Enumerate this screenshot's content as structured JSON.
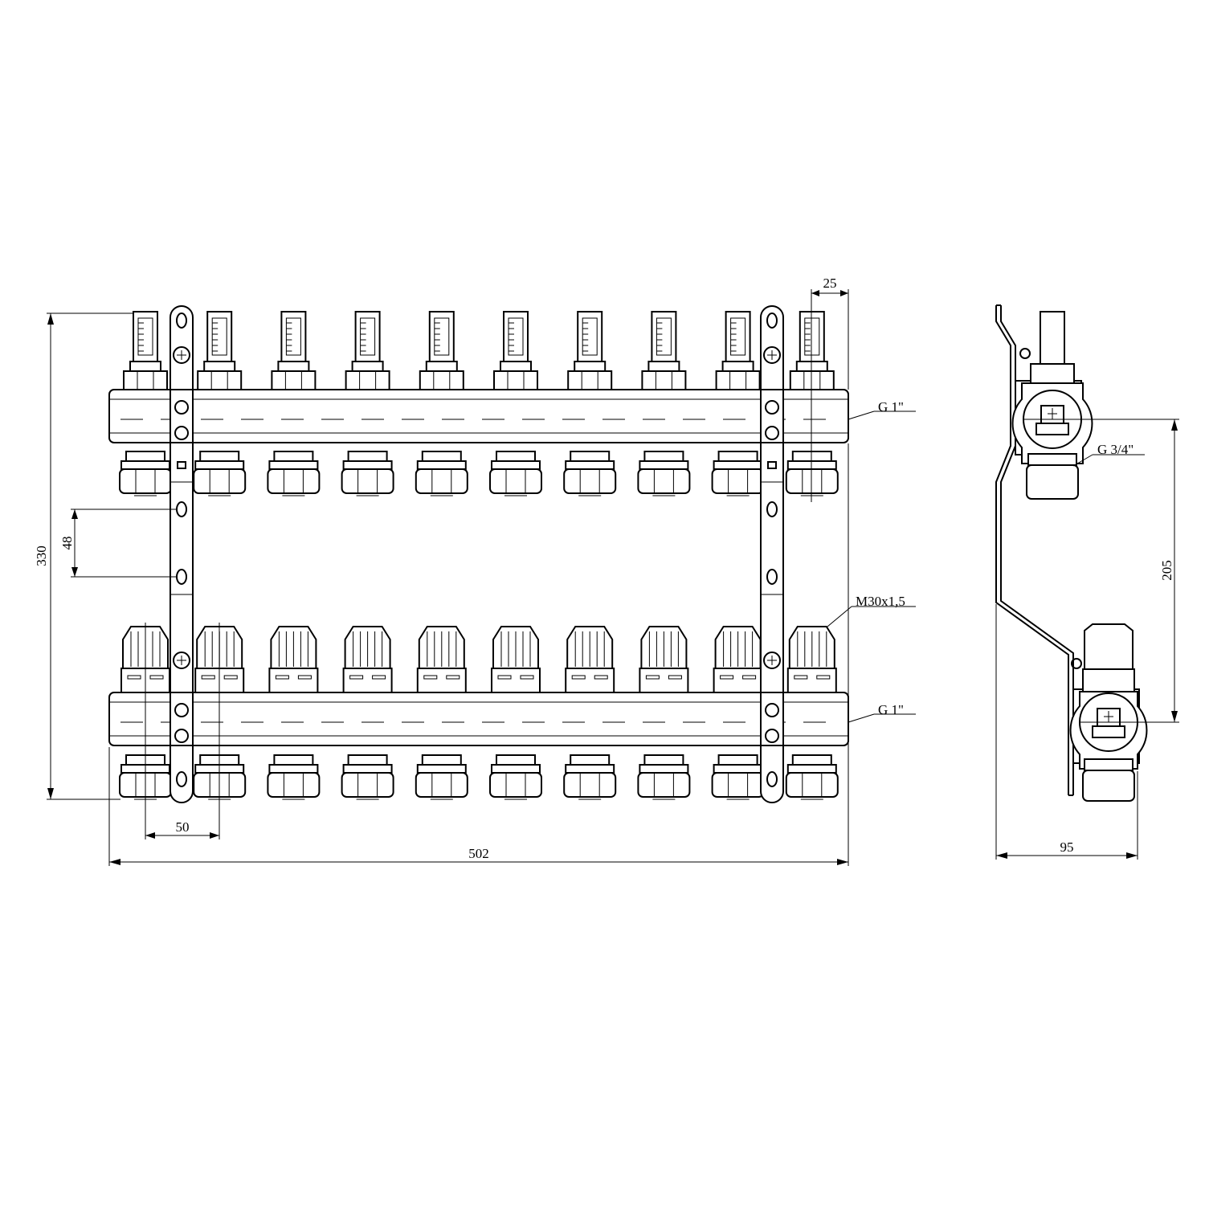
{
  "dimensions": {
    "total_width": "502",
    "total_height": "330",
    "outlet_spacing": "50",
    "bracket_hole_spacing": "48",
    "end_offset": "25",
    "depth": "95",
    "header_spacing": "205"
  },
  "callouts": {
    "top_main_thread": "G 1\"",
    "bottom_main_thread": "G 1\"",
    "valve_thread": "M30x1,5",
    "outlet_thread": "G 3/4\""
  },
  "outlet_count": 10
}
